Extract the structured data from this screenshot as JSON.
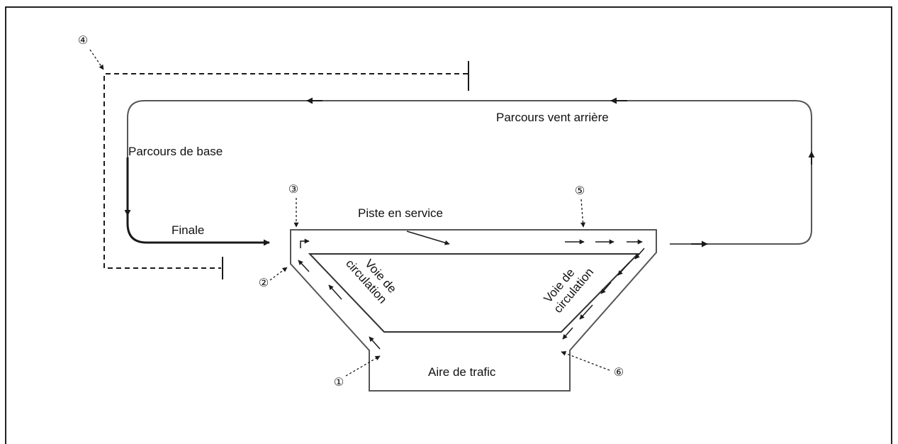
{
  "labels": {
    "downwind": "Parcours vent arrière",
    "base": "Parcours de base",
    "final": "Finale",
    "runway": "Piste en service",
    "taxiway_left": "Voie de circulation",
    "taxiway_left_line1": "Voie de",
    "taxiway_left_line2": "circulation",
    "taxiway_right_line1": "Voie de",
    "taxiway_right_line2": "circulation",
    "apron": "Aire de trafic"
  },
  "points": {
    "p1": "①",
    "p2": "②",
    "p3": "③",
    "p4": "④",
    "p5": "⑤",
    "p6": "⑥"
  },
  "colors": {
    "line": "#1a1a1a",
    "frame": "#222222"
  }
}
